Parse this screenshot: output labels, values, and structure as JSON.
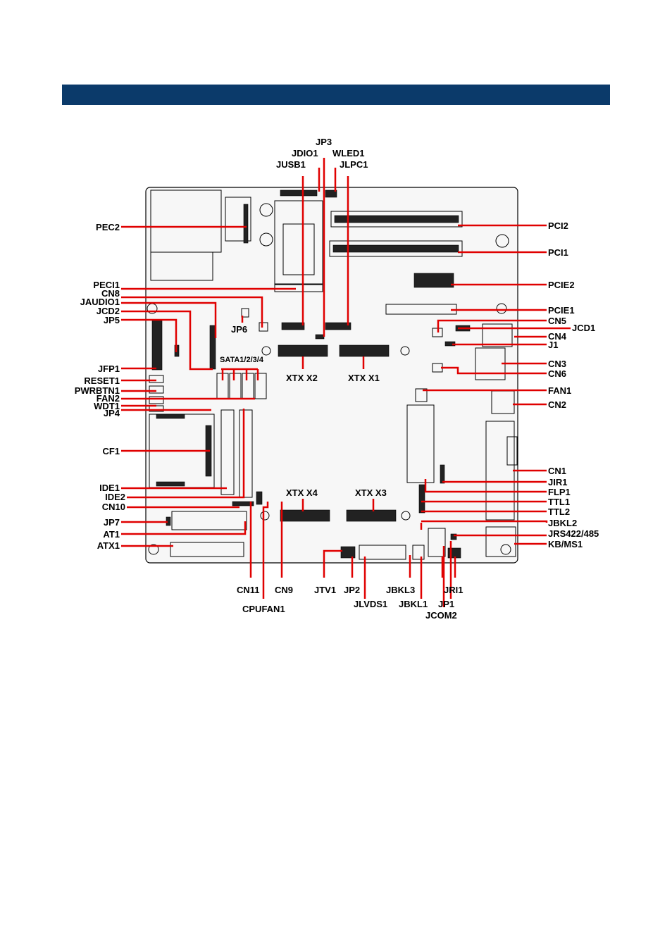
{
  "header": {
    "title": ""
  },
  "labels": {
    "top": [
      "JP3",
      "JDIO1",
      "WLED1",
      "JUSB1",
      "JLPC1"
    ],
    "left": [
      "PEC2",
      "PECI1",
      "CN8",
      "JAUDIO1",
      "JCD2",
      "JP5",
      "JP6",
      "JFP1",
      "RESET1",
      "PWRBTN1",
      "FAN2",
      "WDT1",
      "JP4",
      "CF1",
      "IDE1",
      "IDE2",
      "CN10",
      "JP7",
      "AT1",
      "ATX1"
    ],
    "center": [
      "SATA1/2/3/4",
      "XTX X2",
      "XTX X1",
      "XTX X4",
      "XTX X3"
    ],
    "right": [
      "PCI2",
      "PCI1",
      "PCIE2",
      "PCIE1",
      "CN5",
      "JCD1",
      "CN4",
      "J1",
      "CN3",
      "CN6",
      "FAN1",
      "CN2",
      "CN1",
      "JIR1",
      "FLP1",
      "TTL1",
      "TTL2",
      "JBKL2",
      "JRS422/485",
      "KB/MS1"
    ],
    "bottom": [
      "CN11",
      "CN9",
      "CPUFAN1",
      "JTV1",
      "JP2",
      "JLVDS1",
      "JBKL3",
      "JBKL1",
      "JRI1",
      "JP1",
      "JCOM2"
    ]
  },
  "colors": {
    "header_bar": "#0b3a6a",
    "leader": "#e00000",
    "outline": "#000000"
  }
}
